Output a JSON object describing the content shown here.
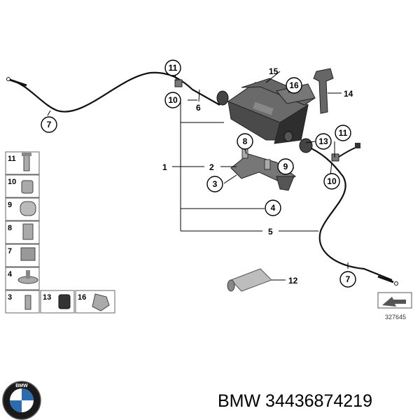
{
  "footer": {
    "title": "BMW 34436874219"
  },
  "logo": {
    "letters": "BMW"
  },
  "diagram_code": "327645",
  "callouts": {
    "c1": "1",
    "c2": "2",
    "c3a": "3",
    "c4a": "4",
    "c5": "5",
    "c6": "6",
    "c7a": "7",
    "c7b": "7",
    "c8": "8",
    "c9": "9",
    "c10a": "10",
    "c10b": "10",
    "c11a": "11",
    "c11b": "11",
    "c12": "12",
    "c13": "13",
    "c14": "14",
    "c15": "15",
    "c16": "16"
  },
  "legend": {
    "l11": "11",
    "l10": "10",
    "l9": "9",
    "l8": "8",
    "l7": "7",
    "l4": "4",
    "l3": "3",
    "l13": "13",
    "l16": "16"
  }
}
